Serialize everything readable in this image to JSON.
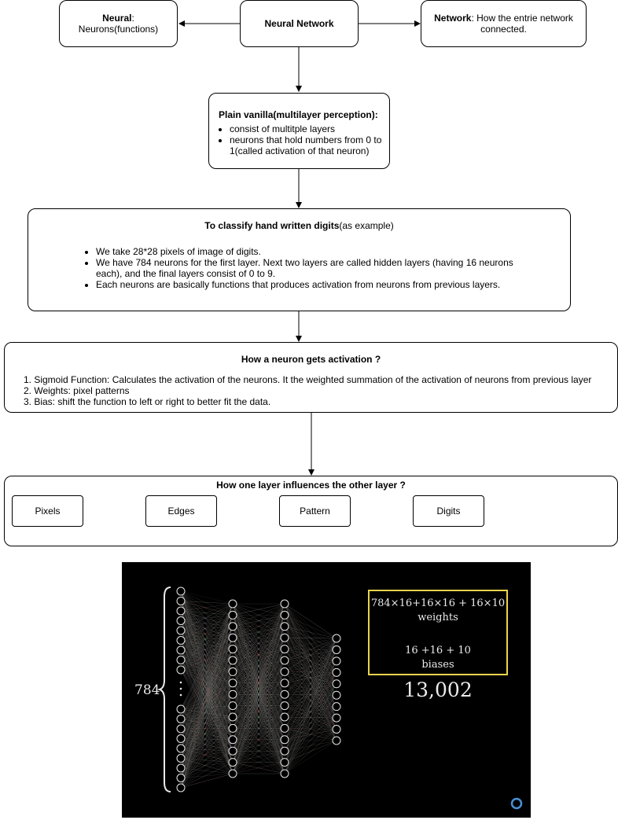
{
  "top": {
    "neural": {
      "bold": "Neural",
      "rest": ":",
      "line2": "Neurons(functions)"
    },
    "center": "Neural Network",
    "network": {
      "bold": "Network",
      "rest": ": How the entrie network",
      "line2": "connected."
    }
  },
  "vanilla": {
    "title": "Plain vanilla(multilayer perception):",
    "items": [
      "consist of multitple layers",
      "neurons that hold numbers from 0 to 1(called activation of that neuron)"
    ]
  },
  "classify": {
    "title_bold": "To classify hand written digits",
    "title_rest": "(as example)",
    "items": [
      "We take 28*28 pixels of image of digits.",
      "We have 784 neurons for the first layer. Next two layers are called hidden layers (having 16 neurons each), and the final layers consist of 0 to 9.",
      "Each neurons are basically functions that produces activation from neurons from previous layers."
    ]
  },
  "activation": {
    "title": "How a neuron gets activation ?",
    "items": [
      "1. Sigmoid Function: Calculates the activation of the neurons. It the weighted summation of the activation of neurons from previous layer",
      "2. Weights: pixel patterns",
      "3. Bias: shift the function to left or right to better fit the data."
    ]
  },
  "influence": {
    "title": "How one layer influences the other layer ?",
    "steps": [
      "Pixels",
      "Edges",
      "Pattern",
      "Digits"
    ]
  },
  "network_image": {
    "input_count": "784",
    "weights_formula": "784×16+16×16 + 16×10",
    "weights_label": "weights",
    "biases_formula": "16 +16 + 10",
    "biases_label": "biases",
    "total": "13,002",
    "accent": "#e8d44d"
  }
}
